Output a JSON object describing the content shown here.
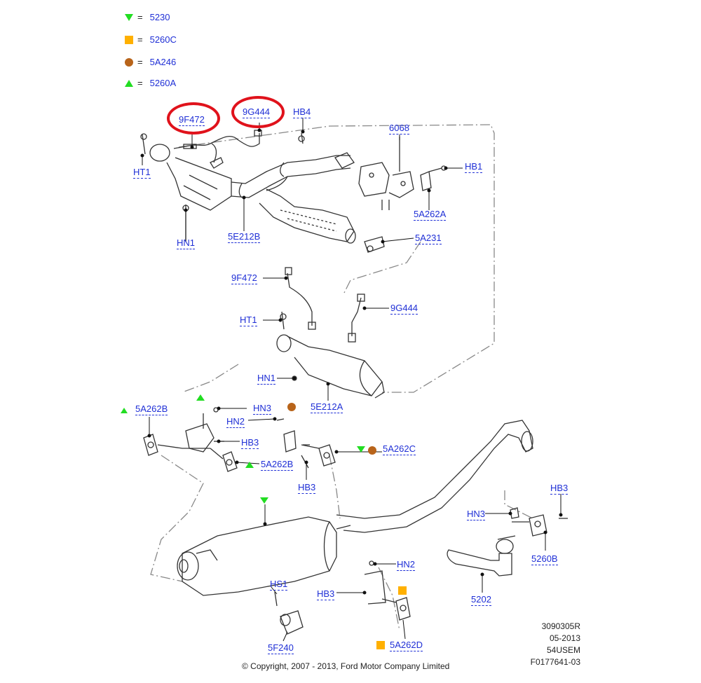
{
  "legend": [
    {
      "symbol": "triangle-down-green",
      "color": "#22dd22",
      "eq": "=",
      "code": "5230"
    },
    {
      "symbol": "square-orange",
      "color": "#ffb000",
      "eq": "=",
      "code": "5260C"
    },
    {
      "symbol": "circle-brown",
      "color": "#b8641a",
      "eq": "=",
      "code": "5A246"
    },
    {
      "symbol": "triangle-up-green",
      "color": "#22dd22",
      "eq": "=",
      "code": "5260A"
    }
  ],
  "labels": {
    "9F472_top": "9F472",
    "9G444_top": "9G444",
    "HB4": "HB4",
    "6068": "6068",
    "HT1_top": "HT1",
    "HB1": "HB1",
    "HN1_top": "HN1",
    "5E212B": "5E212B",
    "5A262A": "5A262A",
    "5A231": "5A231",
    "9F472_mid": "9F472",
    "9G444_mid": "9G444",
    "HT1_mid": "HT1",
    "HN1_mid": "HN1",
    "5E212A": "5E212A",
    "5A262B_left": "5A262B",
    "HN3_left": "HN3",
    "HN2_left": "HN2",
    "HB3_a": "HB3",
    "5A262B_mid": "5A262B",
    "HB3_b": "HB3",
    "5A262C": "5A262C",
    "HB3_right": "HB3",
    "HN3_right": "HN3",
    "5260B": "5260B",
    "HS1": "HS1",
    "HN2_low": "HN2",
    "HB3_low": "HB3",
    "5202": "5202",
    "5F240": "5F240",
    "5A262D": "5A262D"
  },
  "callout_color": "#e0121b",
  "info": {
    "line1": "3090305R",
    "line2": "05-2013",
    "line3": "54USEM",
    "line4": "F0177641-03"
  },
  "copyright": "© Copyright, 2007 - 2013, Ford Motor Company Limited"
}
